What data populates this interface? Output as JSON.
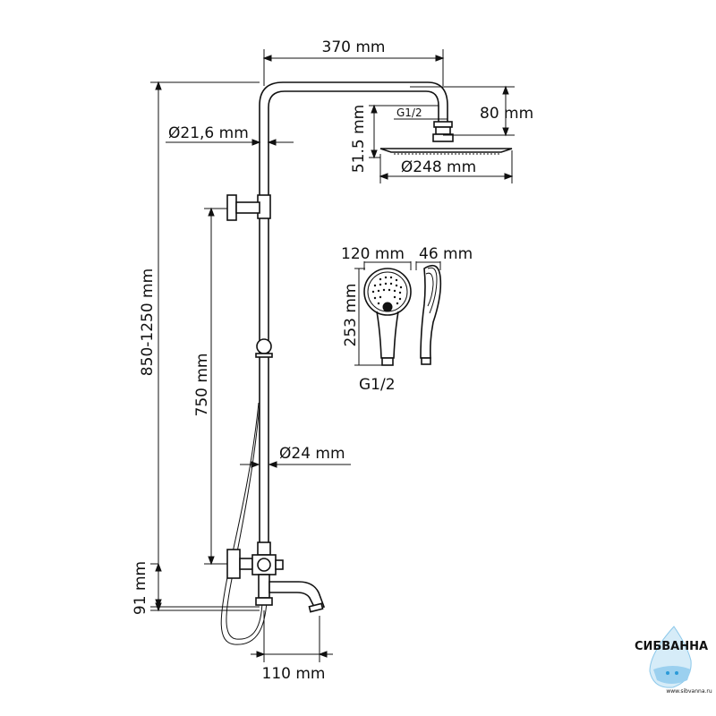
{
  "dimensions": {
    "arm_length": "370 mm",
    "head_drop": "80 mm",
    "head_thread": "G1/2",
    "head_height": "51.5 mm",
    "head_diameter": "Ø248 mm",
    "arm_diameter": "Ø21,6 mm",
    "total_height": "850-1250 mm",
    "slide_length": "750 mm",
    "pipe_diameter": "Ø24 mm",
    "mixer_height": "91 mm",
    "spout_length": "110 mm",
    "hand_width": "120 mm",
    "hand_depth": "46 mm",
    "hand_length": "253 mm",
    "hand_thread": "G1/2"
  },
  "logo": {
    "name": "СИБВАННА",
    "url": "www.sibvanna.ru",
    "color": "#2a9ad8"
  }
}
